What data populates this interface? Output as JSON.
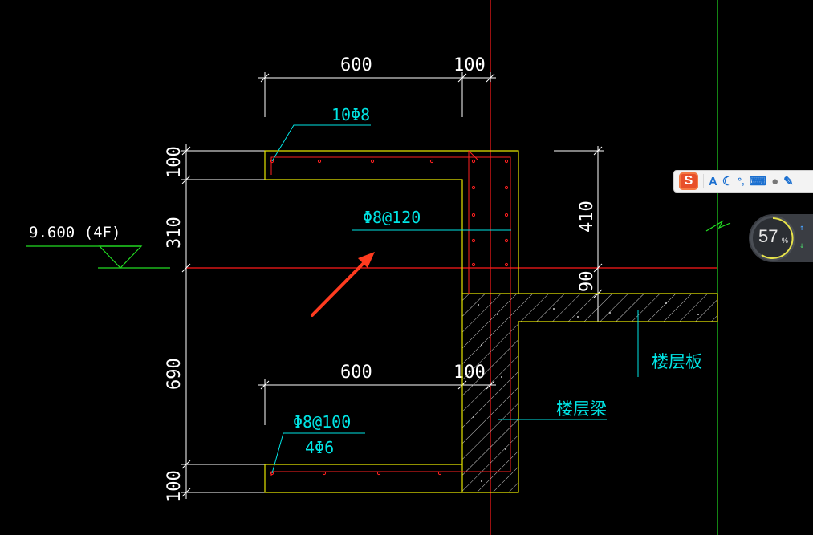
{
  "drawing": {
    "dim_top_600": "600",
    "dim_top_100": "100",
    "dim_mid_600": "600",
    "dim_mid_100": "100",
    "dim_left_100_top": "100",
    "dim_left_310": "310",
    "dim_left_690": "690",
    "dim_left_100_bottom": "100",
    "dim_right_410": "410",
    "dim_right_90": "90",
    "rebar_top": "10Φ8",
    "stirrup_top": "Φ8@120",
    "stirrup_bottom": "Φ8@100",
    "rebar_bottom": "4Φ6",
    "elevation": "9.600   (4F)",
    "floor_slab_label": "楼层板",
    "floor_beam_label": "楼层梁"
  },
  "colors": {
    "outline": "#e6e600",
    "rebar": "#ff2020",
    "axis_red": "#ff1a1a",
    "axis_green": "#22dd22",
    "dimension": "#ffffff",
    "annotation": "#00e5e5"
  },
  "ime_toolbar": {
    "logo": "S",
    "mode_label": "A",
    "moon_icon": "moon-icon",
    "punct_icon": "punct-icon",
    "keyboard_icon": "keyboard-icon",
    "user_icon": "user-icon",
    "wrench_icon": "wrench-icon"
  },
  "speed_widget": {
    "value": "57",
    "unit": "%",
    "up_arrow": "↑",
    "down_arrow": "↓"
  }
}
